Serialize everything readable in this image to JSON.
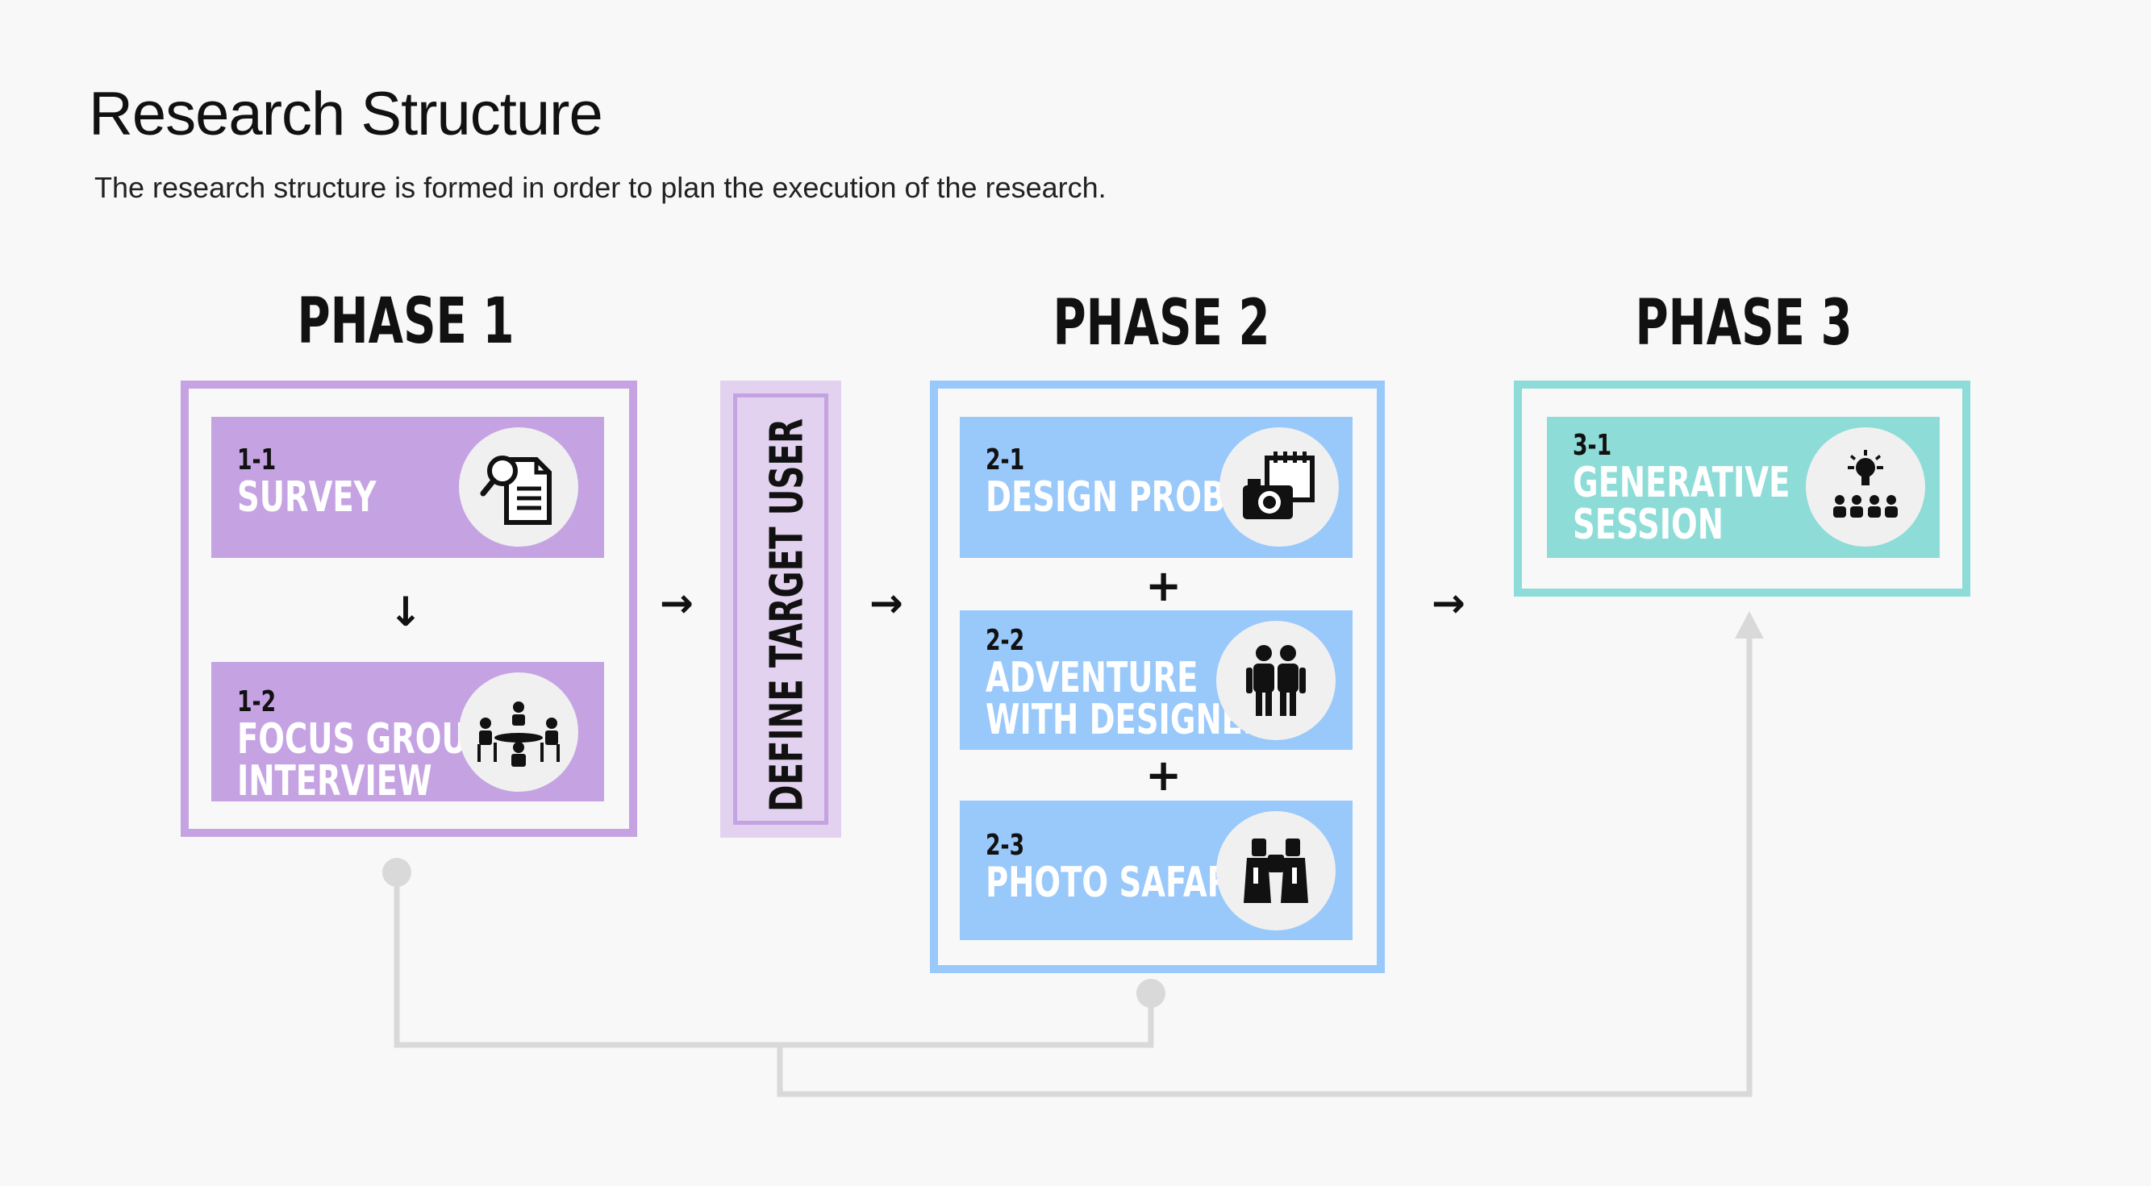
{
  "header": {
    "title": "Research Structure",
    "subtitle": "The research structure is formed in order to plan the execution of the research."
  },
  "colors": {
    "purple": "#c5a3e3",
    "purple_light": "#e2d2ef",
    "blue": "#99c8fa",
    "teal": "#8ddcd7",
    "connector": "#d9d9d9",
    "background": "#f8f8f8"
  },
  "phases": [
    {
      "title": "PHASE 1",
      "items": [
        {
          "num": "1-1",
          "label_lines": [
            "SURVEY"
          ],
          "icon": "survey-document-magnifier-icon"
        },
        {
          "num": "1-2",
          "label_lines": [
            "FOCUS GROUP",
            "INTERVIEW"
          ],
          "icon": "focus-group-table-icon"
        }
      ],
      "connector_symbol": "↓"
    },
    {
      "title": "PHASE 2",
      "items": [
        {
          "num": "2-1",
          "label_lines": [
            "DESIGN PROBE"
          ],
          "icon": "camera-calendar-icon"
        },
        {
          "num": "2-2",
          "label_lines": [
            "ADVENTURE",
            "WITH DESIGNER"
          ],
          "icon": "two-people-icon"
        },
        {
          "num": "2-3",
          "label_lines": [
            "PHOTO SAFARI"
          ],
          "icon": "binoculars-icon"
        }
      ],
      "connector_symbol": "+"
    },
    {
      "title": "PHASE 3",
      "items": [
        {
          "num": "3-1",
          "label_lines": [
            "GENERATIVE",
            "SESSION"
          ],
          "icon": "lightbulb-audience-icon"
        }
      ]
    }
  ],
  "define_step": {
    "label": "DEFINE TARGET USER"
  },
  "flow_arrow": "→"
}
